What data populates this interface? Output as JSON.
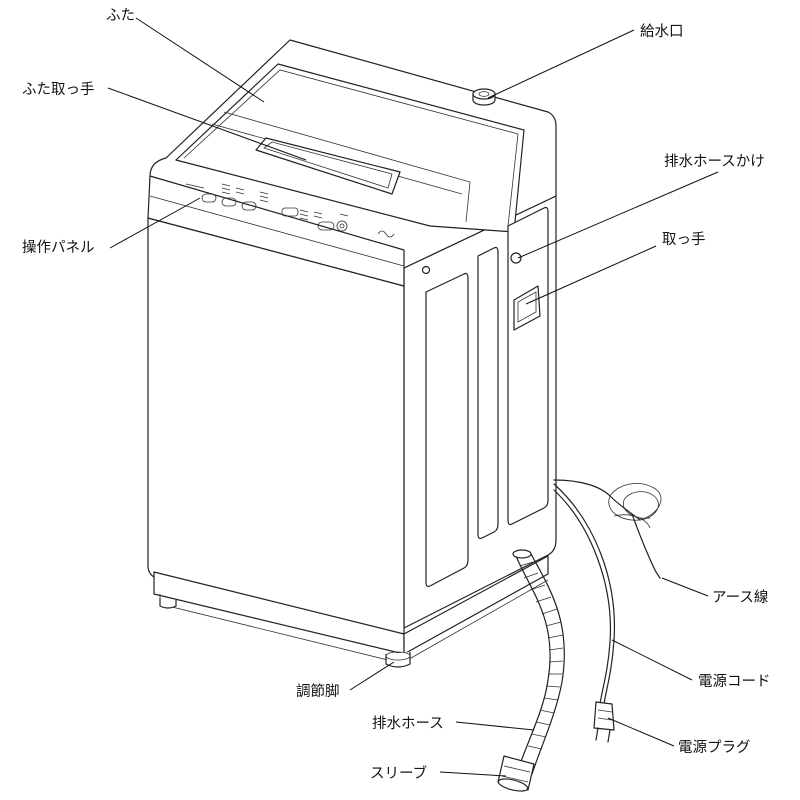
{
  "labels": {
    "lid": "ふた",
    "lid_handle": "ふた取っ手",
    "control_panel": "操作パネル",
    "water_inlet": "給水口",
    "drain_hose_hook": "排水ホースかけ",
    "handle": "取っ手",
    "ground_wire": "アース線",
    "power_cord": "電源コード",
    "adjustable_foot": "調節脚",
    "drain_hose": "排水ホース",
    "power_plug": "電源プラグ",
    "sleeve": "スリーブ"
  },
  "icons": {
    "appliance": "washing-machine-drawing"
  }
}
